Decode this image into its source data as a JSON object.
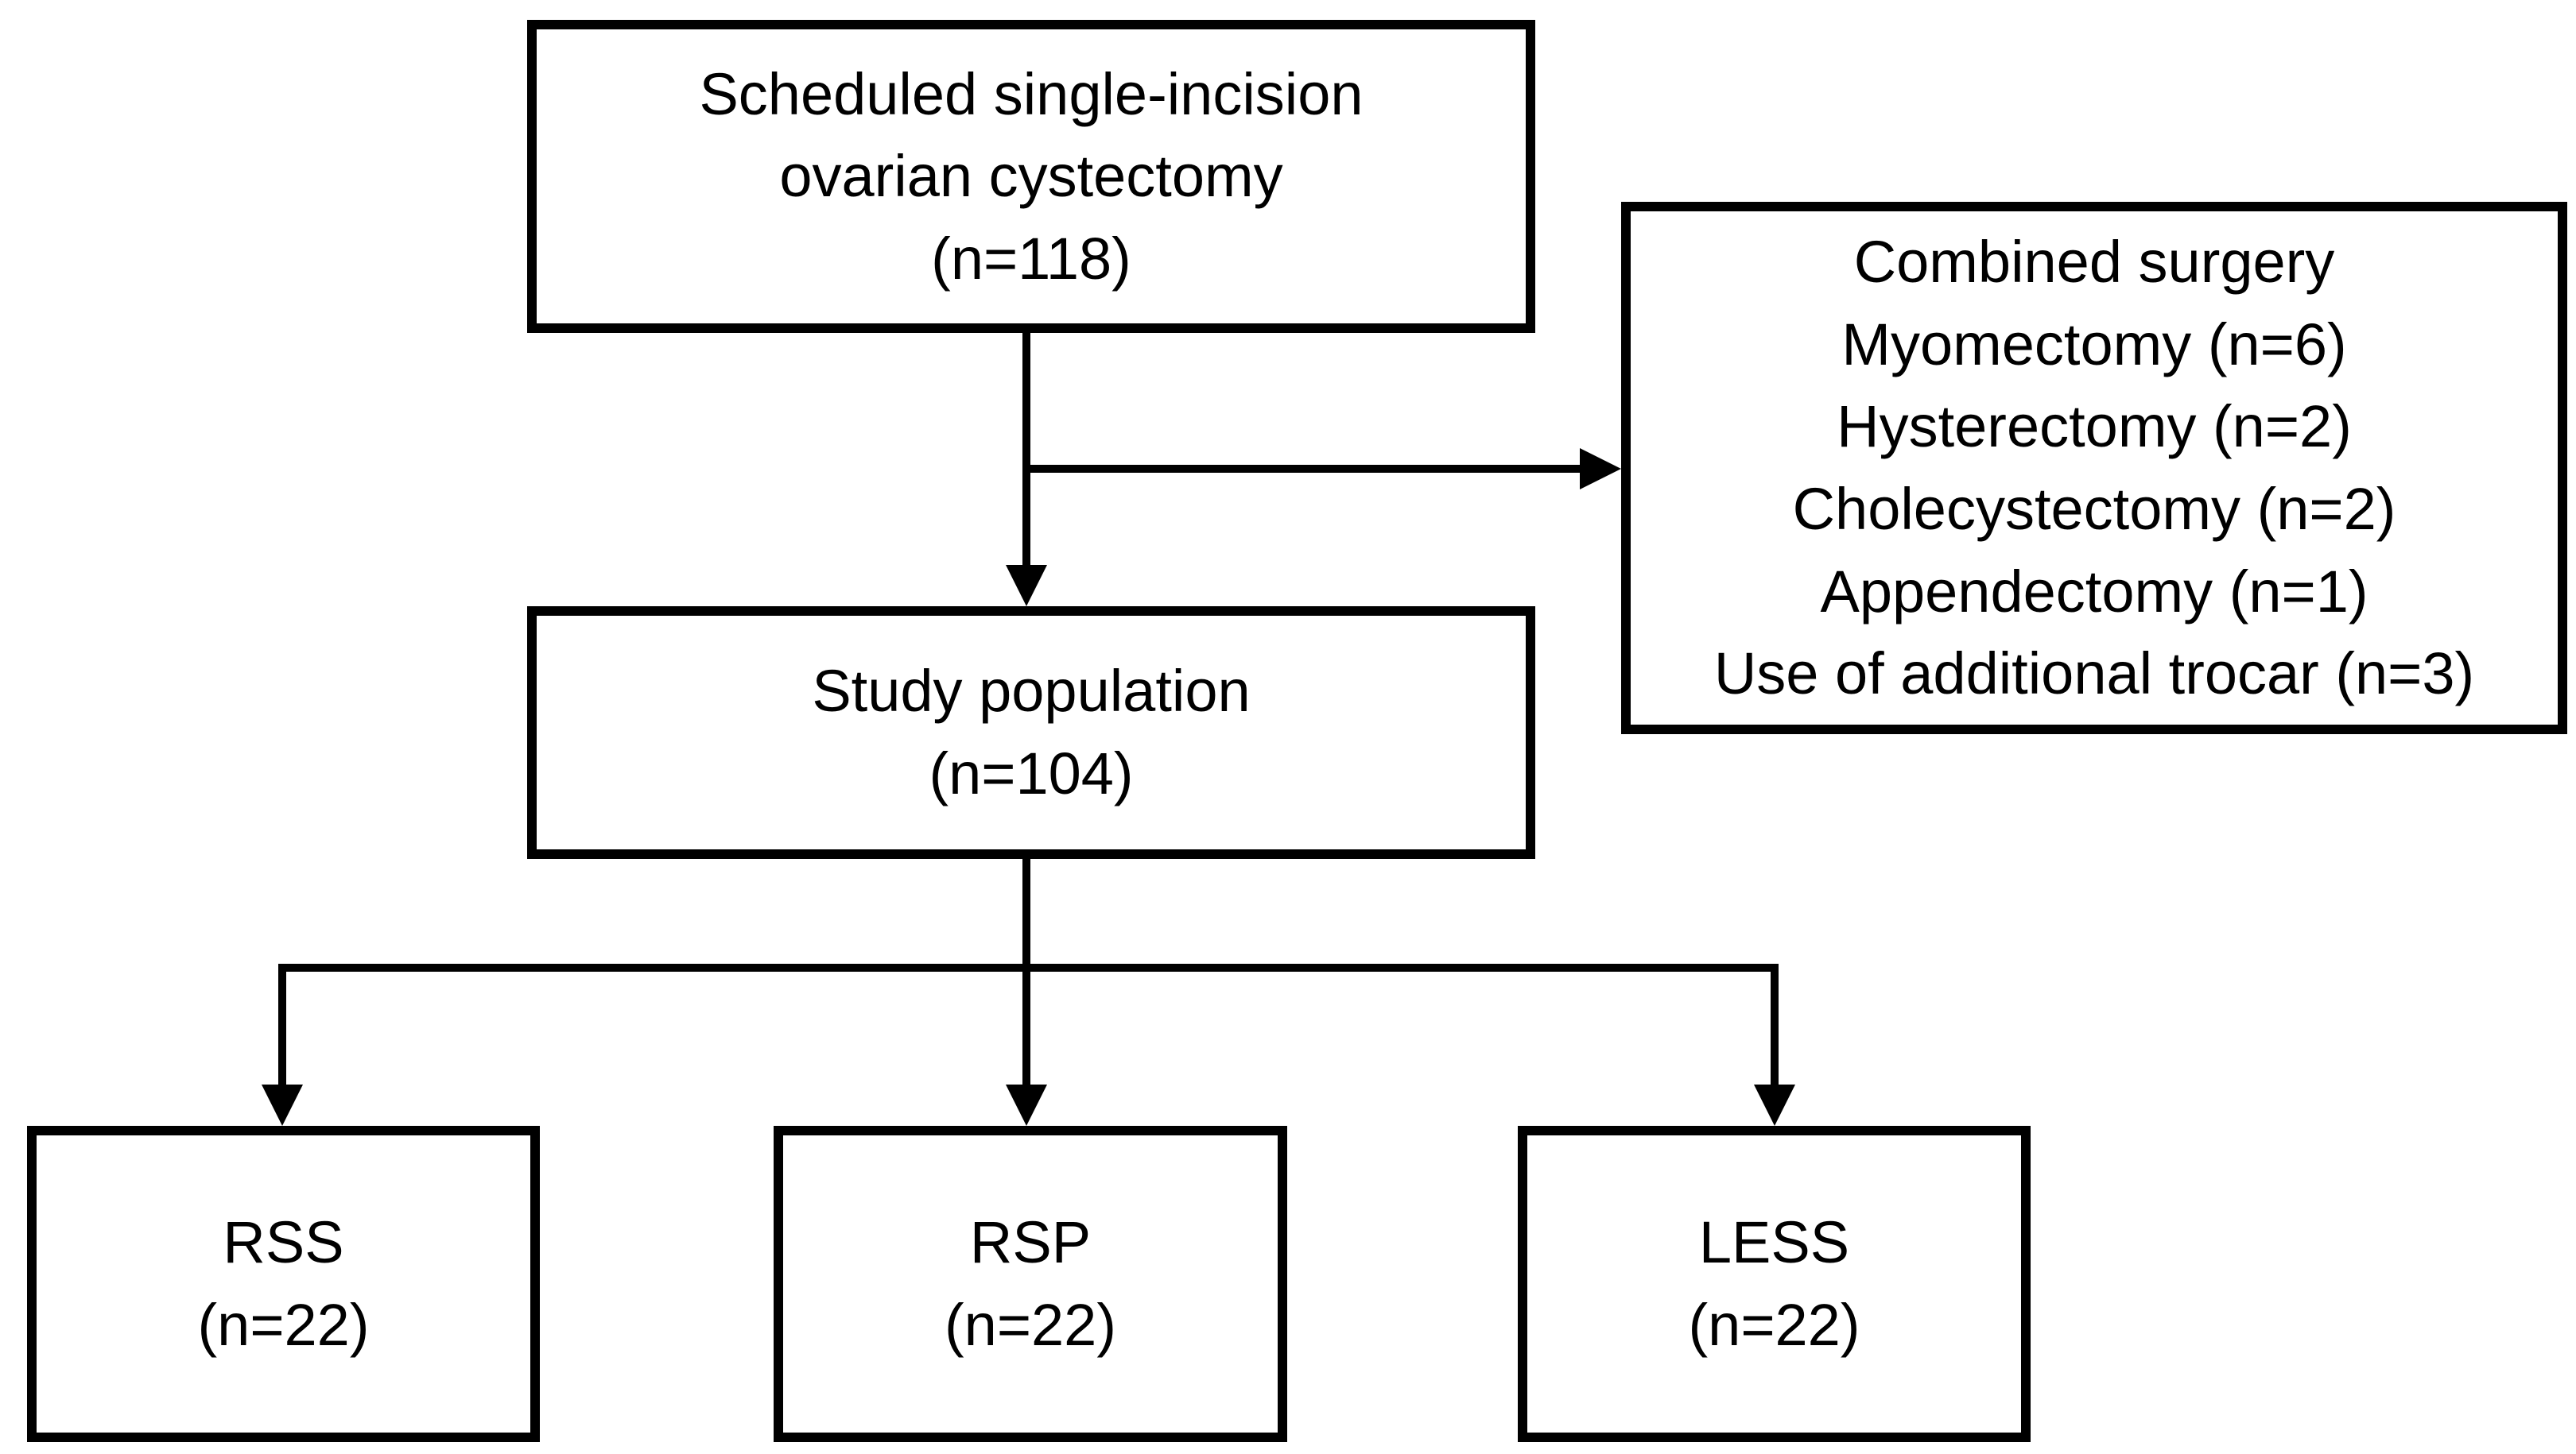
{
  "flow": {
    "top_box": {
      "lines": [
        "Scheduled single-incision",
        "ovarian cystectomy",
        "(n=118)"
      ]
    },
    "combined_box": {
      "lines": [
        "Combined surgery",
        "Myomectomy (n=6)",
        "Hysterectomy (n=2)",
        "Cholecystectomy (n=2)",
        "Appendectomy (n=1)",
        "Use of additional trocar (n=3)"
      ]
    },
    "study_box": {
      "lines": [
        "Study population",
        "(n=104)"
      ]
    },
    "groups": [
      {
        "label": "RSS",
        "count": "(n=22)"
      },
      {
        "label": "RSP",
        "count": "(n=22)"
      },
      {
        "label": "LESS",
        "count": "(n=22)"
      }
    ],
    "colors": {
      "stroke": "#000000",
      "fill": "#ffffff",
      "background": "#ffffff"
    }
  }
}
